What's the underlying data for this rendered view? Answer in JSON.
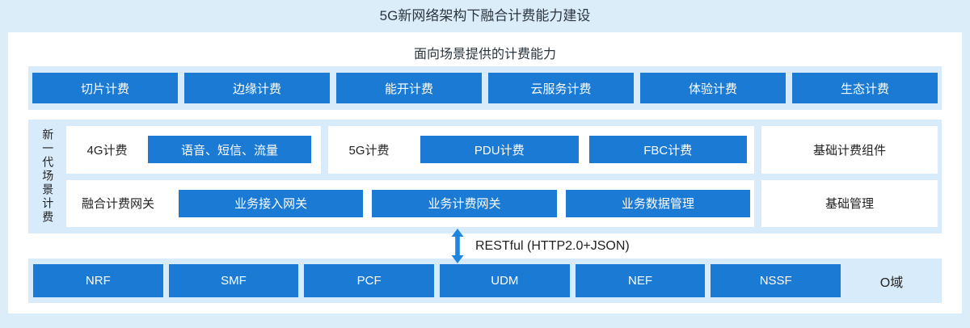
{
  "title": "5G新网络架构下融合计费能力建设",
  "colors": {
    "page_background": "#dcedfa",
    "band_background": "#d8ebfb",
    "node_blue": "#1a7ad4",
    "arrow_blue": "#1f86e0",
    "text_dark": "#2b353d"
  },
  "capabilities_section": {
    "header": "面向场景提供的计费能力",
    "items": [
      "切片计费",
      "边缘计费",
      "能开计费",
      "云服务计费",
      "体验计费",
      "生态计费"
    ]
  },
  "scenario_section": {
    "side_label": "新一代场景计费",
    "row1": {
      "group_4g": {
        "label": "4G计费",
        "items": [
          "语音、短信、流量"
        ]
      },
      "group_5g": {
        "label": "5G计费",
        "items": [
          "PDU计费",
          "FBC计费"
        ]
      },
      "component_box": "基础计费组件"
    },
    "row2": {
      "gateway_group": {
        "label": "融合计费网关",
        "items": [
          "业务接入网关",
          "业务计费网关",
          "业务数据管理"
        ]
      },
      "management_box": "基础管理"
    }
  },
  "interface_label": "RESTful (HTTP2.0+JSON)",
  "network_section": {
    "items": [
      "NRF",
      "SMF",
      "PCF",
      "UDM",
      "NEF",
      "NSSF"
    ],
    "domain_label": "O域"
  }
}
